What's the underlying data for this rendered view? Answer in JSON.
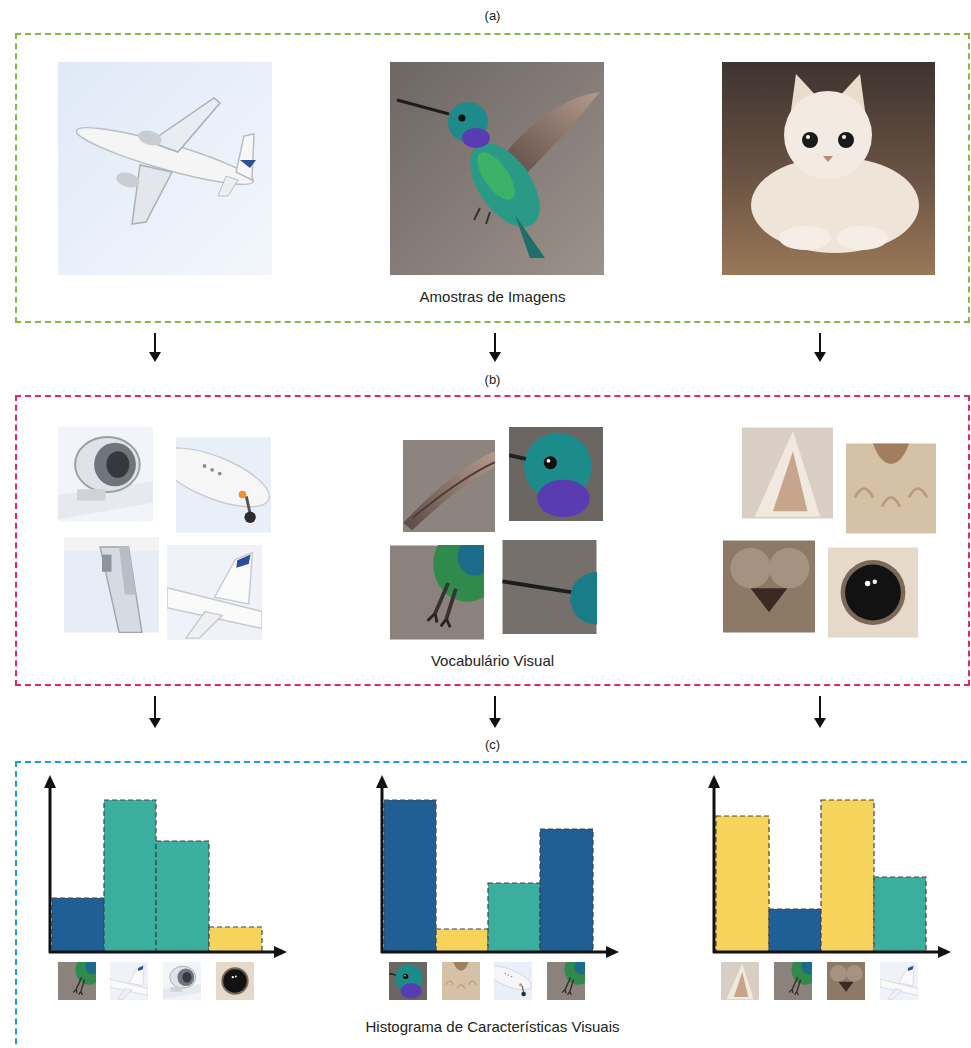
{
  "diagram": {
    "nodes": [
      {
        "text": [
          "(a)",
          "Amostras de Imagens"
        ]
      },
      {
        "text": [
          "(b)",
          "Vocabulário Visual"
        ]
      },
      {
        "text": [
          "(c)",
          "Histograma de Características Visuais"
        ]
      }
    ],
    "edges": [
      {
        "from": 0,
        "to": 1,
        "arrow": "to"
      },
      {
        "from": 0,
        "to": 1,
        "arrow": "to"
      },
      {
        "from": 0,
        "to": 1,
        "arrow": "to"
      },
      {
        "from": 1,
        "to": 2,
        "arrow": "to"
      },
      {
        "from": 1,
        "to": 2,
        "arrow": "to"
      },
      {
        "from": 1,
        "to": 2,
        "arrow": "to"
      }
    ]
  }
}
